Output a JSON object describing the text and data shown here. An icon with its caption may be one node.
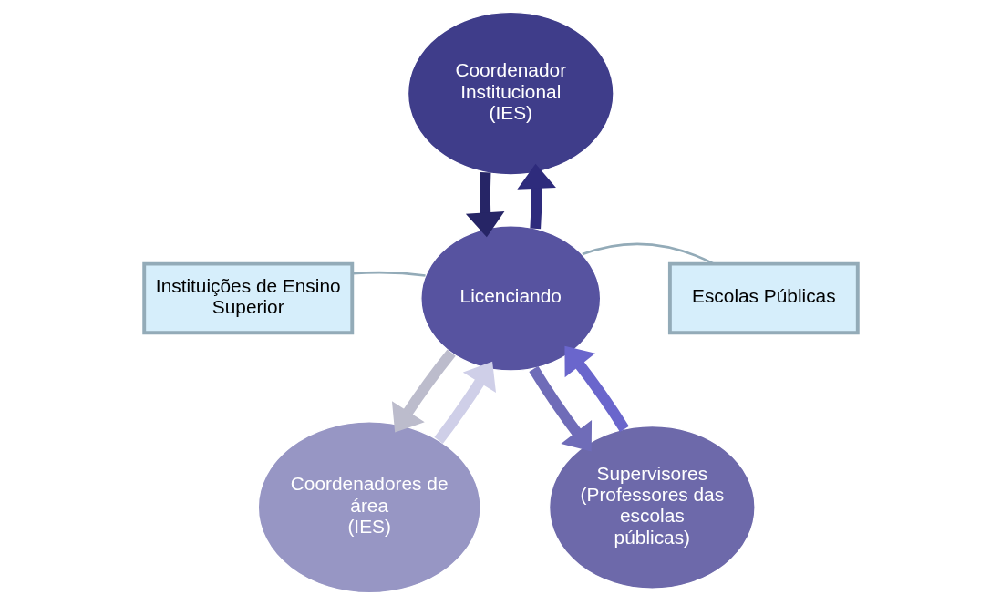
{
  "diagram": {
    "nodes": [
      {
        "text": [
          "Coordenador Institucional",
          "(IES)"
        ]
      },
      {
        "text": [
          "Instituições de Ensino Superior"
        ]
      },
      {
        "text": [
          "Escolas Públicas"
        ]
      },
      {
        "text": [
          "Licenciando"
        ]
      },
      {
        "text": [
          "Coordenadores de área",
          "(IES)"
        ]
      },
      {
        "text": [
          "Supervisores",
          "(Professores das escolas públicas)"
        ]
      }
    ],
    "edges": [
      {
        "from": 3,
        "to": 0,
        "arrow": "to",
        "color": "#2e2b7c"
      },
      {
        "from": 0,
        "to": 3,
        "arrow": "to",
        "color": "#262566"
      },
      {
        "from": 1,
        "to": 3,
        "arrow": "none",
        "color": "#93abb8"
      },
      {
        "from": 2,
        "to": 3,
        "arrow": "none",
        "color": "#93abb8"
      },
      {
        "from": 4,
        "to": 3,
        "arrow": "to",
        "color": "#cfcfe8"
      },
      {
        "from": 3,
        "to": 4,
        "arrow": "to",
        "color": "#bcbccc"
      },
      {
        "from": 5,
        "to": 3,
        "arrow": "to",
        "color": "#6a66cc"
      },
      {
        "from": 3,
        "to": 5,
        "arrow": "to",
        "color": "#6f6cb8"
      }
    ]
  }
}
